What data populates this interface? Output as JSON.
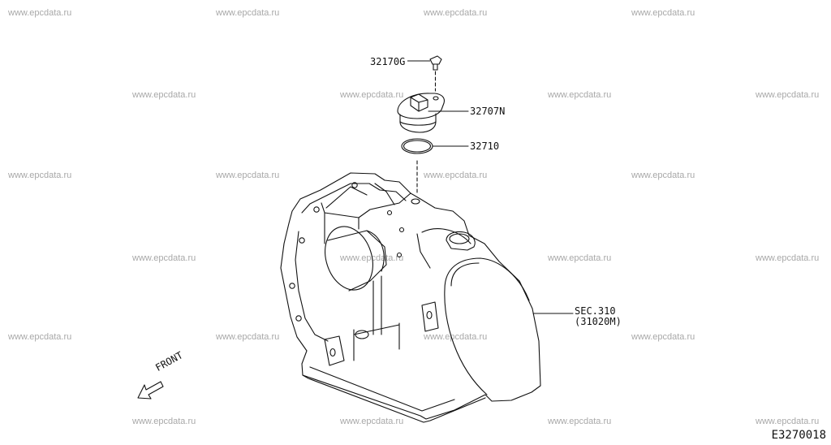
{
  "watermark_text": "www.epcdata.ru",
  "parts": {
    "bolt": "32170G",
    "sensor": "32707N",
    "o_ring": "32710"
  },
  "section_ref": {
    "line1": "SEC.310",
    "line2": "(31020M)"
  },
  "direction_label": "FRONT",
  "diagram_code": "E3270018",
  "colors": {
    "line": "#111111",
    "watermark": "#a8a8a8",
    "background": "#ffffff"
  }
}
